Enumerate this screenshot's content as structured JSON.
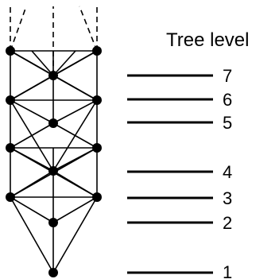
{
  "legend": {
    "title": "Tree level",
    "levels": [
      "7",
      "6",
      "5",
      "4",
      "3",
      "2",
      "1"
    ]
  },
  "colors": {
    "ink": "#000000",
    "background": "#ffffff"
  }
}
